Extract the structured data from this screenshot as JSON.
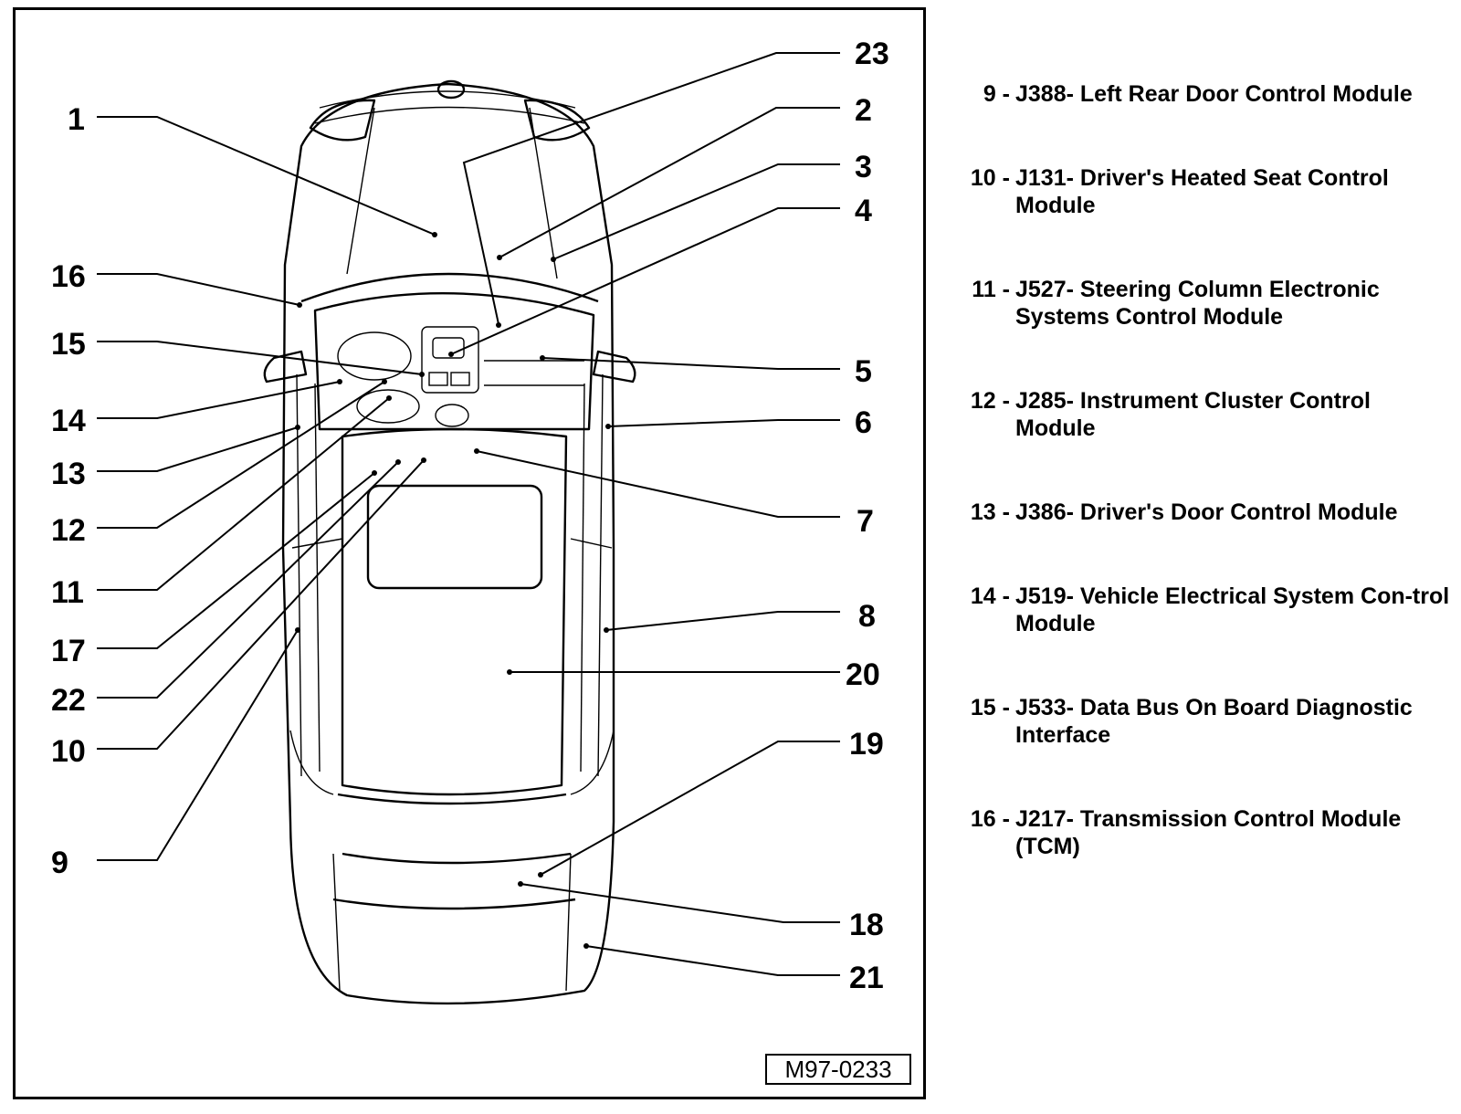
{
  "reference_code": "M97-0233",
  "callouts": [
    {
      "n": "1"
    },
    {
      "n": "2"
    },
    {
      "n": "3"
    },
    {
      "n": "4"
    },
    {
      "n": "5"
    },
    {
      "n": "6"
    },
    {
      "n": "7"
    },
    {
      "n": "8"
    },
    {
      "n": "9"
    },
    {
      "n": "10"
    },
    {
      "n": "11"
    },
    {
      "n": "12"
    },
    {
      "n": "13"
    },
    {
      "n": "14"
    },
    {
      "n": "15"
    },
    {
      "n": "16"
    },
    {
      "n": "17"
    },
    {
      "n": "18"
    },
    {
      "n": "19"
    },
    {
      "n": "20"
    },
    {
      "n": "21"
    },
    {
      "n": "22"
    },
    {
      "n": "23"
    }
  ],
  "legend": [
    {
      "number": "9 -",
      "text": "J388- Left Rear Door Control Module"
    },
    {
      "number": "10 -",
      "text": "J131- Driver's Heated Seat Control Module"
    },
    {
      "number": "11 -",
      "text": "J527- Steering Column Electronic Systems Control Module"
    },
    {
      "number": "12 -",
      "text": "J285- Instrument Cluster Control Module"
    },
    {
      "number": "13 -",
      "text": "J386- Driver's Door Control Module"
    },
    {
      "number": "14 -",
      "text": "J519- Vehicle Electrical System Con-trol Module"
    },
    {
      "number": "15 -",
      "text": "J533- Data Bus On Board Diagnostic Interface"
    },
    {
      "number": "16 -",
      "text": "J217- Transmission Control Module (TCM)"
    }
  ]
}
